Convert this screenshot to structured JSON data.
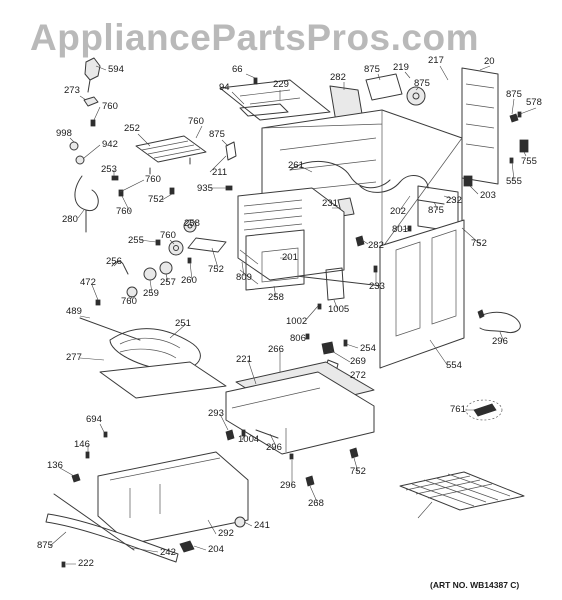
{
  "watermark": "AppliancePartsPros.com",
  "art_number": "(ART NO. WB14387 C)",
  "part_labels": [
    "594",
    "273",
    "760",
    "998",
    "942",
    "252",
    "760",
    "875",
    "211",
    "253",
    "760",
    "280",
    "760",
    "752",
    "66",
    "94",
    "229",
    "282",
    "875",
    "219",
    "875",
    "217",
    "20",
    "875",
    "578",
    "755",
    "555",
    "203",
    "232",
    "875",
    "752",
    "801",
    "282",
    "231",
    "202",
    "261",
    "935",
    "809",
    "201",
    "258",
    "258",
    "760",
    "255",
    "752",
    "260",
    "256",
    "257",
    "259",
    "760",
    "472",
    "489",
    "251",
    "277",
    "1005",
    "1002",
    "806",
    "254",
    "269",
    "272",
    "233",
    "266",
    "221",
    "554",
    "296",
    "293",
    "1004",
    "296",
    "752",
    "296",
    "268",
    "761",
    "694",
    "146",
    "136",
    "875",
    "222",
    "242",
    "204",
    "292",
    "241"
  ]
}
